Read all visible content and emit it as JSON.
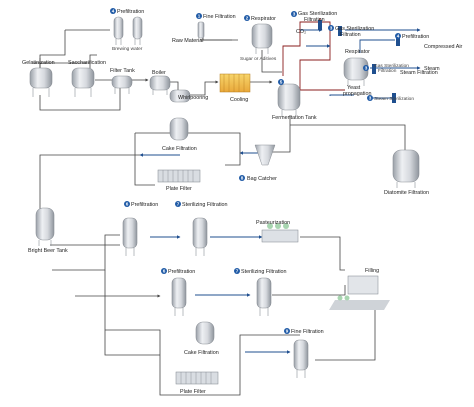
{
  "labels": {
    "prefiltration_top": "Prefiltration",
    "brewing_water": "Brewing water",
    "fine_filtration_top": "Fine Filtration",
    "respirator_top": "Respirator",
    "gas_sterilization_1": "Gas Sterilization",
    "gas_sterilization_1b": "Filtration",
    "gas_sterilization_2": "Gas Sterilization",
    "gas_sterilization_2b": "Filtration",
    "prefiltration_right": "Prefiltration",
    "raw_material": "Raw Material",
    "sugar_additives": "Sugar or Aditives",
    "co2": "CO₂",
    "compressed_air": "Compressed Air",
    "respirator_right": "Respirator",
    "gas_sterilization_3": "Gas Sterilization",
    "gas_sterilization_3b": "Filtration",
    "steam_filtration": "Steam Filtration",
    "steam": "Steam",
    "steam_sterilization": "Steam Sterilization",
    "gelatinization": "Gelatinization",
    "saccharification": "Saccharification",
    "filter_tank": "Filter Tank",
    "boiler": "Boiler",
    "whirlpooring": "Whirlpooring",
    "cooling": "Cooling",
    "yeast_propagation": "Yeast",
    "yeast_propagation_b": "propagation",
    "fermentation_tank": "Fermentation Tank",
    "cake_filtration_top": "Cake Filtration",
    "plate_filter_top": "Plate Filter",
    "bag_catcher": "Bag Catcher",
    "diatomite_filtration": "Diatomite Filtration",
    "bright_beer_tank": "Bright Beer Tank",
    "prefiltration_mid1": "Prefiltration",
    "sterilizing_filtration_1": "Sterilizing Filtration",
    "pasteurization": "Pasteurization",
    "prefiltration_mid2": "Prefiltration",
    "sterilizing_filtration_2": "Sterilizing Filtration",
    "filling": "Filling",
    "cake_filtration_bottom": "Cake Filtration",
    "plate_filter_bottom": "Plate Filter",
    "fine_filtration_bottom": "Fine Filtration"
  },
  "badges": {
    "b_prefiltration_top": "4",
    "b_fine_filtration": "1",
    "b_respirator": "2",
    "b_gas_1": "3",
    "b_gas_2": "3",
    "b_prefiltration_right": "4",
    "b_gas_3": "3",
    "b_steam": "3",
    "b_yeast": "5",
    "b_bag_catcher": "8",
    "b_prefiltration_mid1": "6",
    "b_sterilizing_1": "7",
    "b_prefiltration_mid2": "6",
    "b_sterilizing_2": "7",
    "b_fine_filtration_bottom": "9"
  },
  "colors": {
    "badge": "#1f5aa6",
    "pipe": "#444444",
    "pipe_red": "#8a1c1c",
    "pipe_blue": "#1f4f8f",
    "cooling": "#f2c44a"
  }
}
